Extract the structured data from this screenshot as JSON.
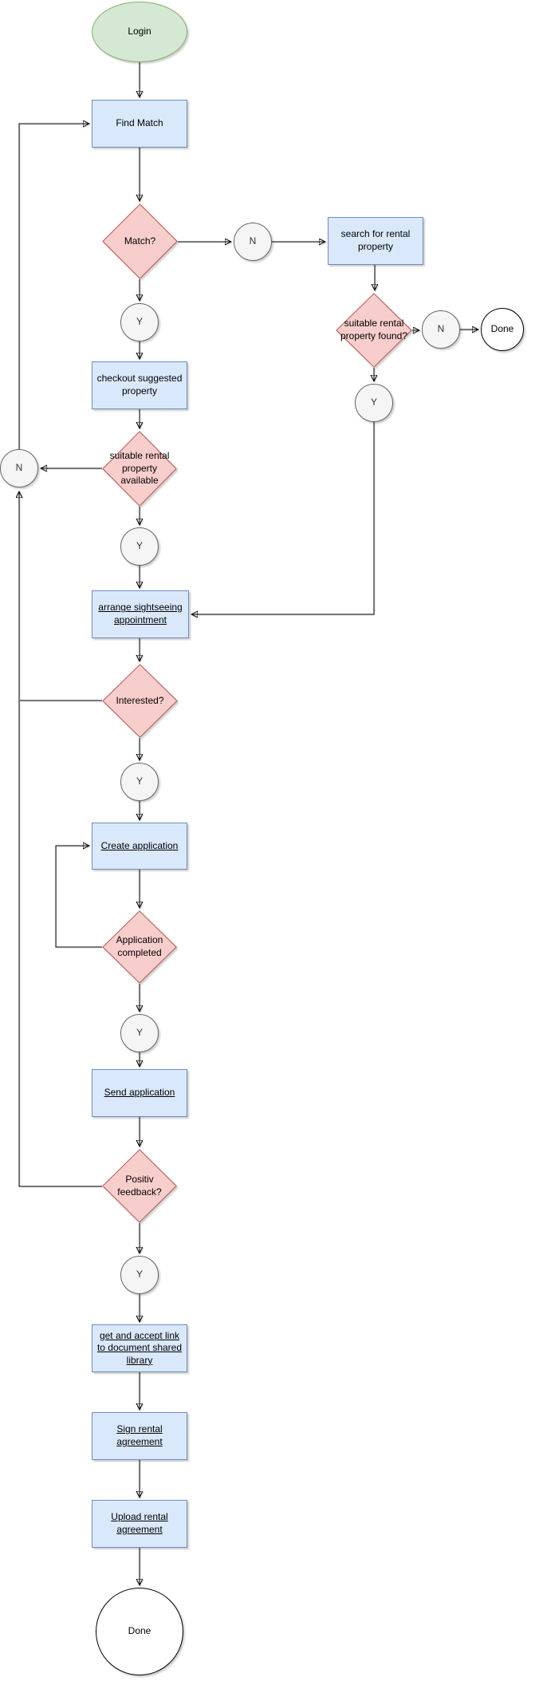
{
  "diagram_type": "flowchart",
  "nodes": {
    "login": "Login",
    "find_match": "Find Match",
    "match": "Match?",
    "match_no": "N",
    "search_rental": "search for rental property",
    "suitable_found": "suitable rental property found?",
    "found_no": "N",
    "done_right": "Done",
    "found_yes": "Y",
    "match_yes": "Y",
    "checkout": "checkout suggested property",
    "suitable_available": "suitable rental property available",
    "available_no": "N",
    "available_yes": "Y",
    "arrange": "arrange sightseeing appointment",
    "interested": "Interested?",
    "interested_yes": "Y",
    "create_application": "Create application",
    "application_completed": "Application completed",
    "application_yes": "Y",
    "send_application": "Send application",
    "positiv_feedback": "Positiv feedback?",
    "feedback_yes": "Y",
    "get_link": "get and accept link to document shared library",
    "sign_agreement": "Sign rental agreement",
    "upload_agreement": "Upload rental agreement",
    "done_end": "Done"
  },
  "colors": {
    "start_fill": "#d5e8d4",
    "start_border": "#82b366",
    "process_fill": "#dae8fc",
    "process_border": "#6c8ebf",
    "decision_fill": "#f8cecc",
    "decision_border": "#b85450",
    "branch_circle_fill": "#f5f5f5",
    "branch_circle_border": "#666666",
    "end_fill": "#ffffff",
    "end_border": "#000000",
    "edge": "#000000"
  }
}
